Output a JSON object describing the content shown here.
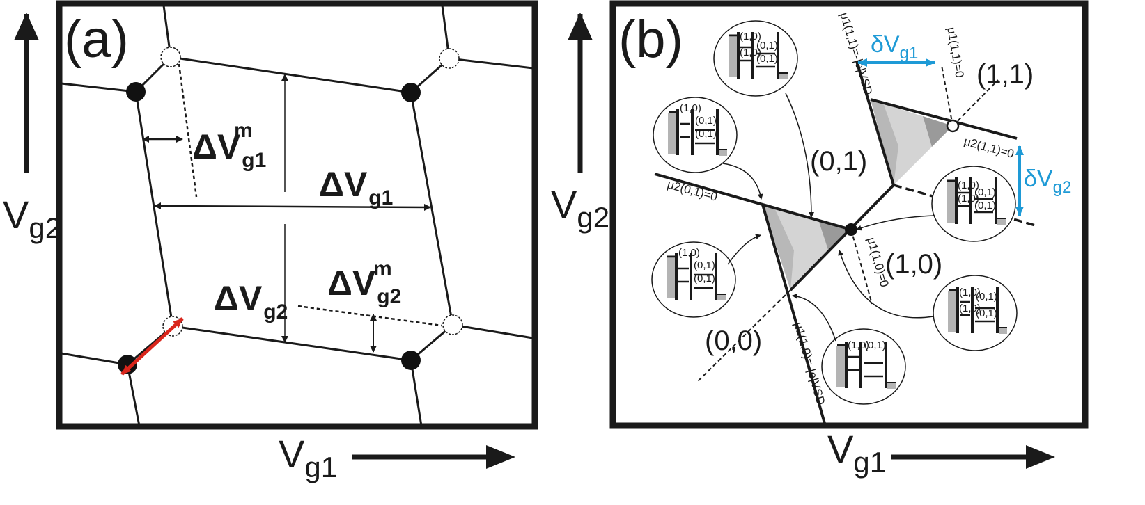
{
  "panel_a": {
    "label": "(a)",
    "axis_x": {
      "main": "V",
      "sub": "g1"
    },
    "axis_y": {
      "main": "V",
      "sub": "g2"
    },
    "dvg1": {
      "main": "ΔV",
      "sub": "g1"
    },
    "dvg2": {
      "main": "ΔV",
      "sub": "g2"
    },
    "dvg1m": {
      "main": "ΔV",
      "sub": "g1",
      "sup": "m"
    },
    "dvg2m": {
      "main": "ΔV",
      "sub": "g2",
      "sup": "m"
    }
  },
  "panel_b": {
    "label": "(b)",
    "axis_x": {
      "main": "V",
      "sub": "g1"
    },
    "axis_y": {
      "main": "V",
      "sub": "g2"
    },
    "delta_vg1": {
      "main": "δV",
      "sub": "g1"
    },
    "delta_vg2": {
      "main": "δV",
      "sub": "g2"
    },
    "regions": {
      "r00": "(0,0)",
      "r01": "(0,1)",
      "r10": "(1,0)",
      "r11": "(1,1)"
    },
    "line_labels": {
      "mu1_11_top": "μ1(1,1)=-|e|VSD",
      "mu1_11_eq0": "μ1(1,1)=0",
      "mu2_11": "μ2(1,1)=0",
      "mu2_01": "μ2(0,1)=0",
      "mu1_10_eq0": "μ1(1,0)=0",
      "mu1_10_bottom": "μ1(1,0)=-|e|VSD"
    },
    "level_labels": {
      "l10": "(1,0)",
      "l01": "(0,1)"
    }
  },
  "colors": {
    "ink": "#1a1a1a",
    "accent_blue": "#1e9ad6",
    "arrow_red": "#d9261c",
    "shade_light": "#d9d9d9",
    "shade_mid": "#b4b4b4",
    "shade_dark": "#6b6b6b"
  }
}
